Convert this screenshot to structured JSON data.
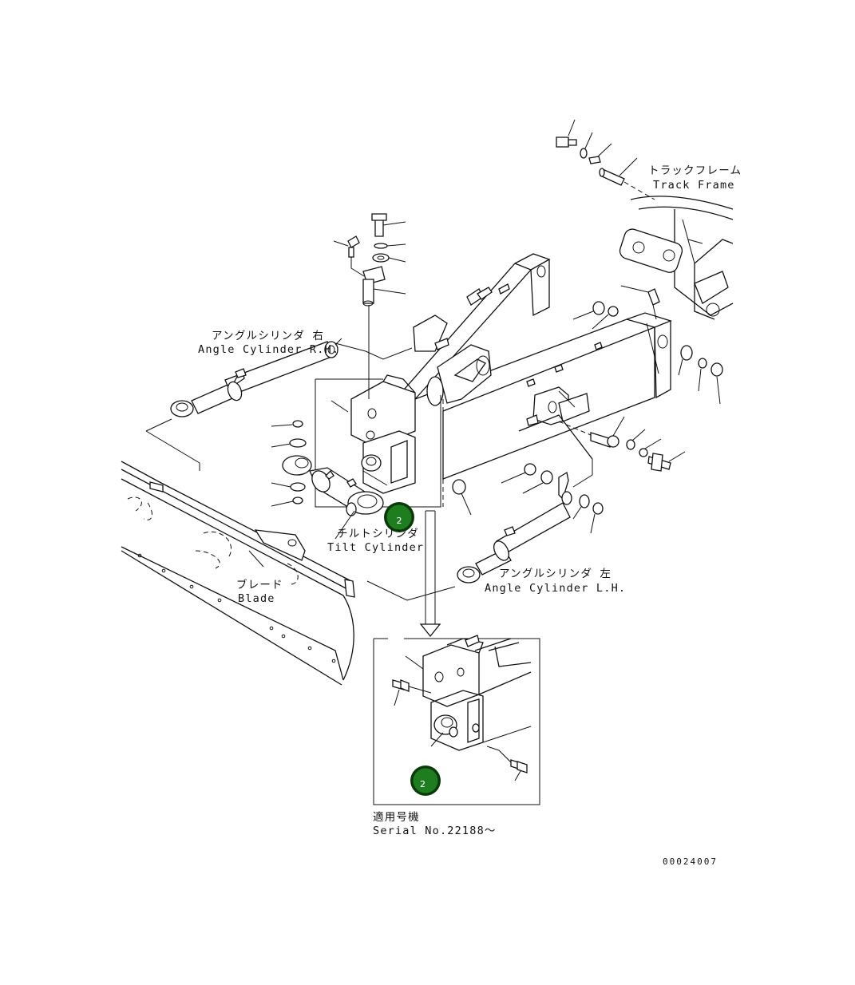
{
  "labels": {
    "track_frame_jp": "トラックフレーム",
    "track_frame_en": "Track Frame",
    "angle_cyl_rh_jp": "アングルシリンダ 右",
    "angle_cyl_rh_en": "Angle Cylinder R.H.",
    "tilt_cyl_jp": "チルトシリンダ",
    "tilt_cyl_en": "Tilt Cylinder",
    "blade_jp": "ブレード",
    "blade_en": "Blade",
    "angle_cyl_lh_jp": "アングルシリンダ 左",
    "angle_cyl_lh_en": "Angle Cylinder L.H.",
    "serial_jp": "適用号機",
    "serial_en": "Serial No.22188～",
    "drawing_no": "00024007"
  },
  "badges": {
    "main": "2",
    "inset": "2"
  },
  "colors": {
    "badge_fill": "#1e7d1e",
    "badge_ring": "#0a3a0a",
    "line": "#111111"
  }
}
